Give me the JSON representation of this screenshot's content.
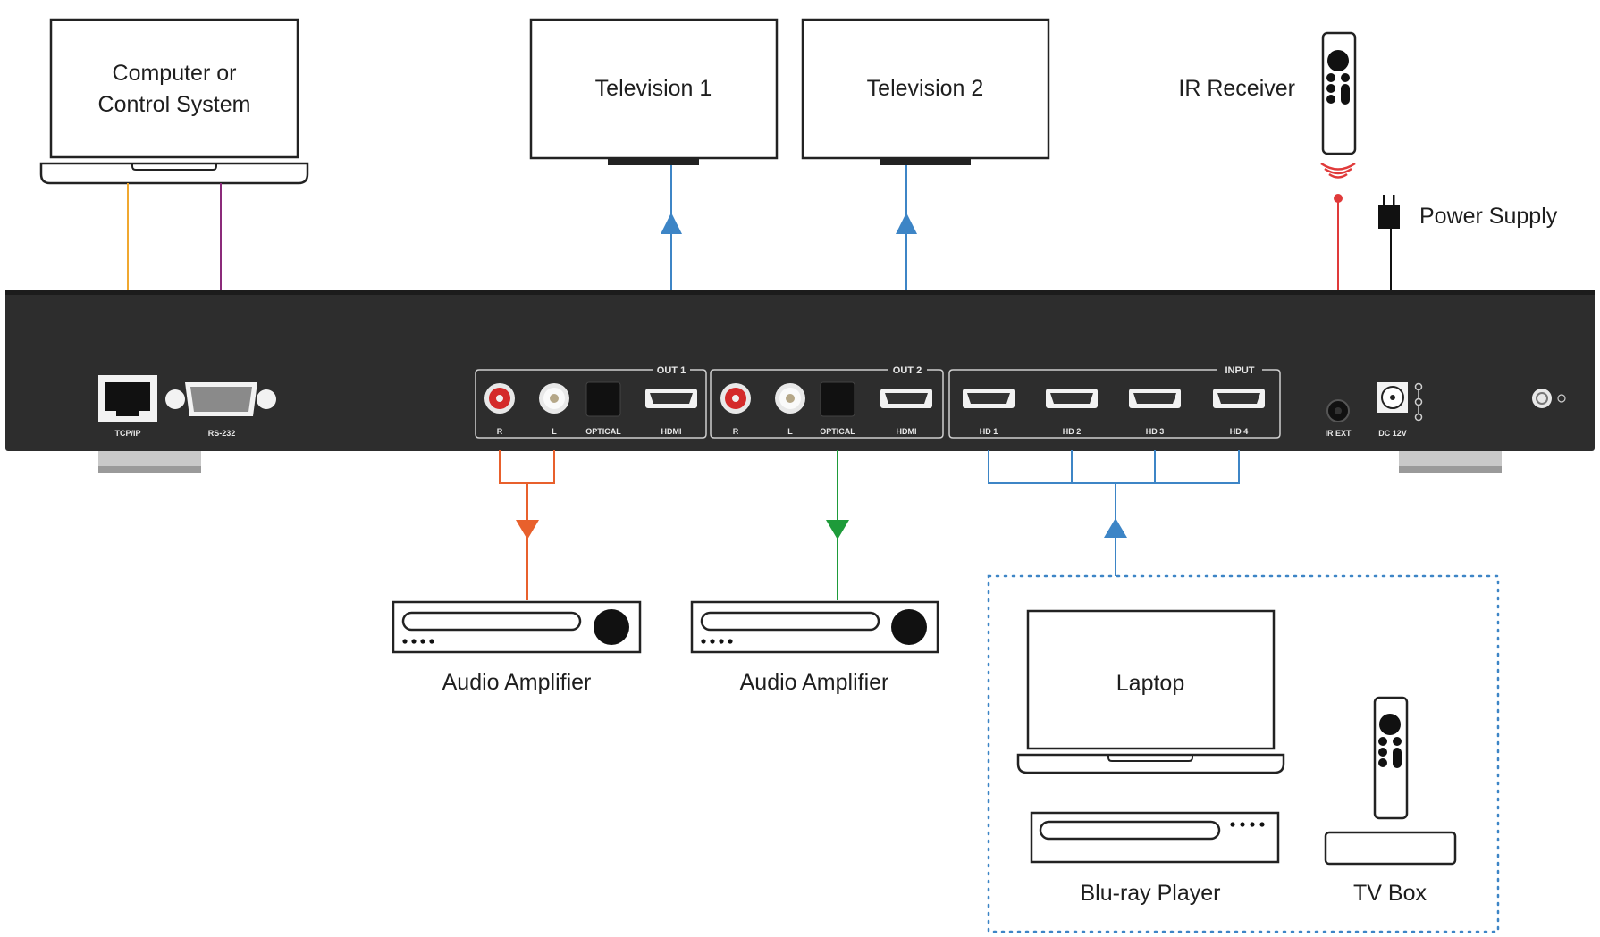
{
  "devices": {
    "computer": {
      "line1": "Computer or",
      "line2": "Control System"
    },
    "tv1": "Television 1",
    "tv2": "Television 2",
    "ir_receiver": "IR Receiver",
    "power_supply": "Power Supply",
    "amp1": "Audio Amplifier",
    "amp2": "Audio Amplifier",
    "laptop": "Laptop",
    "bluray": "Blu-ray Player",
    "tvbox": "TV Box"
  },
  "panel": {
    "tcpip": "TCP/IP",
    "rs232": "RS-232",
    "out1": "OUT 1",
    "out2": "OUT 2",
    "input": "INPUT",
    "r": "R",
    "l": "L",
    "optical": "OPTICAL",
    "hdmi": "HDMI",
    "hd1": "HD 1",
    "hd2": "HD 2",
    "hd3": "HD 3",
    "hd4": "HD 4",
    "irext": "IR EXT",
    "dc12v": "DC 12V"
  },
  "colors": {
    "panel": "#2d2d2d",
    "tcp_line": "#f0a830",
    "rs232_line": "#8b2a7a",
    "hdmi_line": "#3d85c6",
    "analog_audio_line": "#e8602c",
    "optical_line": "#1e9b3a",
    "ir_line": "#e03a3a",
    "power_line": "#111111"
  }
}
